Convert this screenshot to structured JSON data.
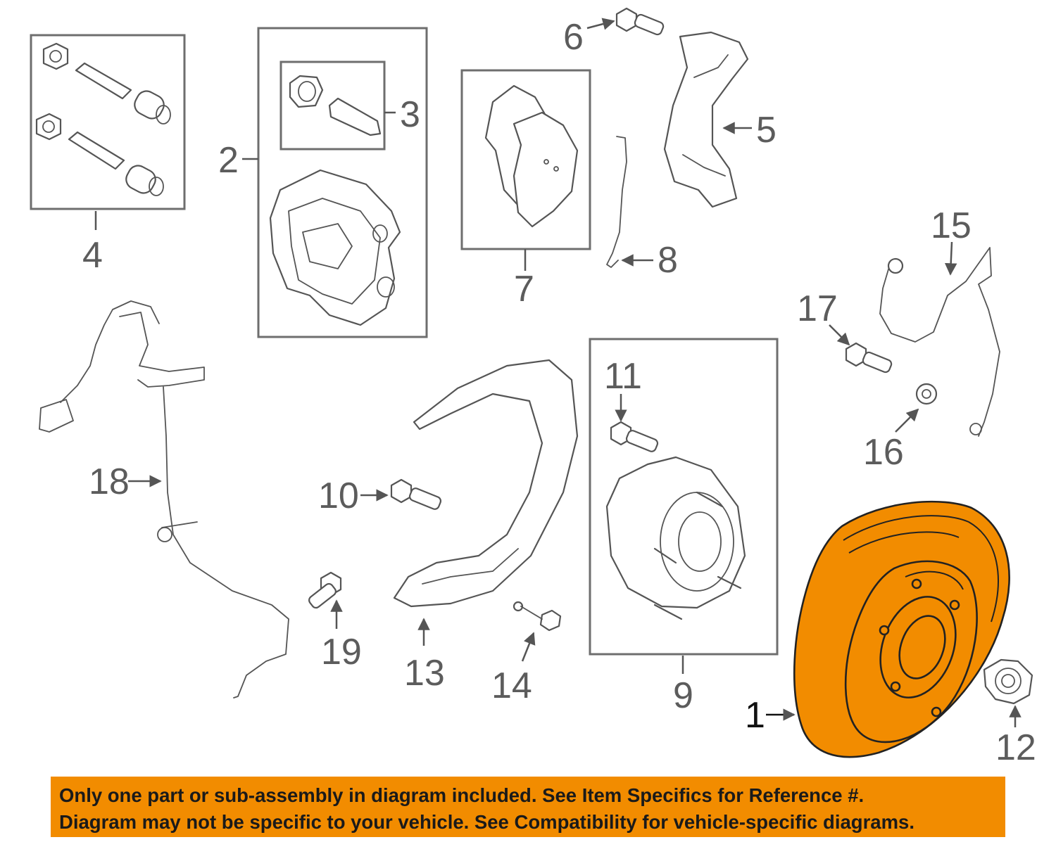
{
  "diagram": {
    "callouts": {
      "c1": "1",
      "c2": "2",
      "c3": "3",
      "c4": "4",
      "c5": "5",
      "c6": "6",
      "c7": "7",
      "c8": "8",
      "c9": "9",
      "c10": "10",
      "c11": "11",
      "c12": "12",
      "c13": "13",
      "c14": "14",
      "c15": "15",
      "c16": "16",
      "c17": "17",
      "c18": "18",
      "c19": "19"
    },
    "highlighted_part": "1",
    "colors": {
      "highlight": "#f28c00",
      "line": "#555555",
      "banner": "#f28c00"
    }
  },
  "notice": {
    "line1": "Only one part or sub-assembly in diagram included. See Item Specifics for Reference #.",
    "line2": "Diagram may not be specific to your vehicle. See Compatibility for vehicle-specific diagrams."
  }
}
